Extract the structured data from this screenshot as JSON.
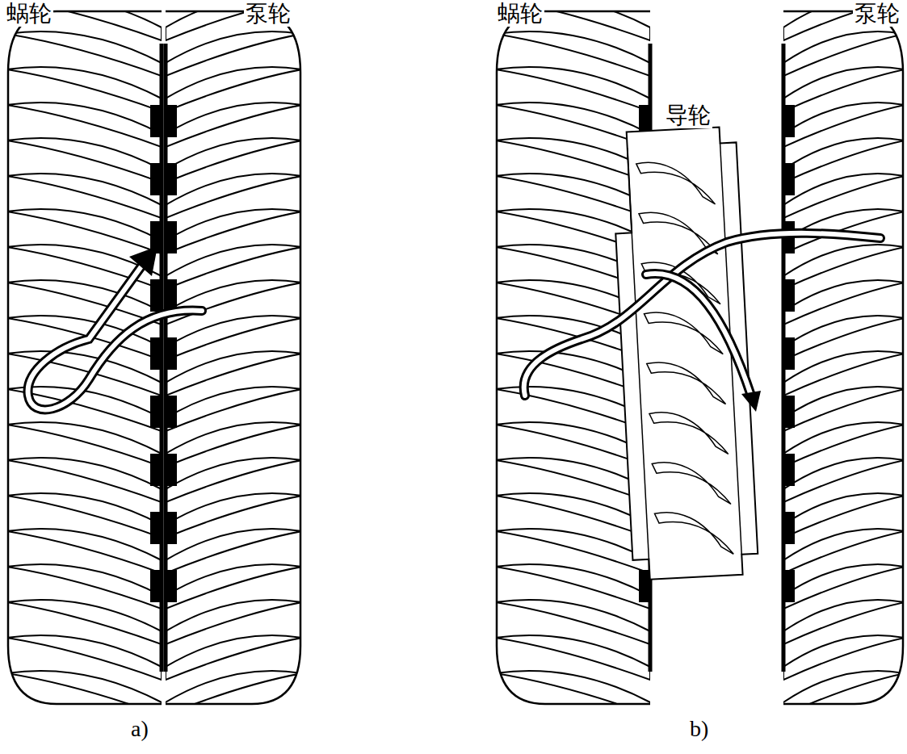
{
  "diagram": {
    "labels": [
      "蜗轮",
      "泵轮",
      "a)",
      "蜗轮",
      "泵轮",
      "导轮",
      "b)"
    ]
  }
}
